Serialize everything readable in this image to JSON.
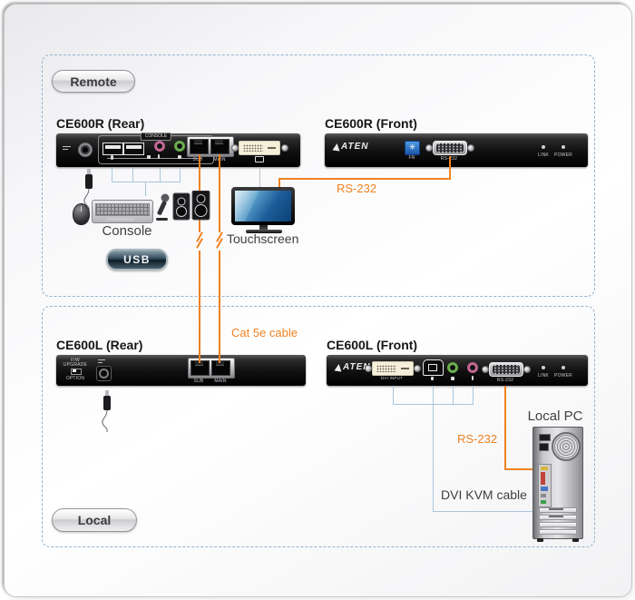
{
  "sections": {
    "remote": {
      "label": "Remote"
    },
    "local": {
      "label": "Local"
    }
  },
  "ce600r_rear": {
    "title": "CE600R (Rear)",
    "console": "CONSOLE",
    "sub": "SUB",
    "main": "MAIN"
  },
  "ce600r_front": {
    "title": "CE600R (Front)",
    "brand": "ATEN",
    "adjust": "FN",
    "rs232": "RS-232",
    "link": "LINK",
    "power": "POWER"
  },
  "ce600l_rear": {
    "title": "CE600L (Rear)",
    "fw1": "F/W",
    "fw2": "UPGRADE",
    "option": "OPTION",
    "sub": "SUB",
    "main": "MAIN"
  },
  "ce600l_front": {
    "title": "CE600L (Front)",
    "brand": "ATEN",
    "dvi": "DVI INPUT",
    "rs232": "RS-232",
    "link": "LINK",
    "power": "POWER"
  },
  "peripherals": {
    "console": "Console",
    "usb": "USB",
    "touchscreen": "Touchscreen",
    "local_pc": "Local PC"
  },
  "cables": {
    "rs232_remote": "RS-232",
    "cat5e": "Cat 5e cable",
    "rs232_local": "RS-232",
    "dvi_kvm": "DVI KVM cable"
  },
  "colors": {
    "accent_orange": "#EF8222",
    "cable_blue": "#A8C6DC",
    "cable_gray": "#BBC1C9",
    "dashed_border": "#93B2CF"
  }
}
